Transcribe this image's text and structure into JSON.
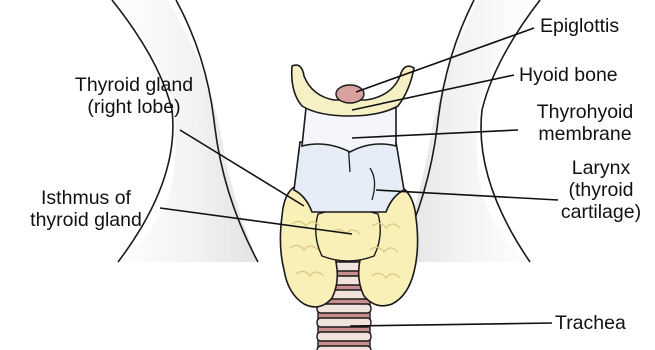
{
  "labels": {
    "epiglottis": "Epiglottis",
    "hyoid_bone": "Hyoid bone",
    "thyrohyoid_line1": "Thyrohyoid",
    "thyrohyoid_line2": "membrane",
    "larynx_line1": "Larynx",
    "larynx_line2": "(thyroid",
    "larynx_line3": "cartilage)",
    "thyroid_line1": "Thyroid gland",
    "thyroid_line2": "(right lobe)",
    "isthmus_line1": "Isthmus of",
    "isthmus_line2": "thyroid gland",
    "trachea": "Trachea"
  },
  "colors": {
    "neck_shading": "#ebebeb",
    "outline": "#1a1a1a",
    "thyroid_fill": "#f9f0b8",
    "thyroid_detail": "#d9c784",
    "cartilage_fill": "#e6edf6",
    "membrane_fill": "#f4f6fb",
    "hyoid_fill": "#f7f0c4",
    "epiglottis_fill": "#d9a0a0",
    "trachea_ring": "#f2e2dc",
    "trachea_gap": "#c98c8c",
    "leader_line": "#111111"
  }
}
